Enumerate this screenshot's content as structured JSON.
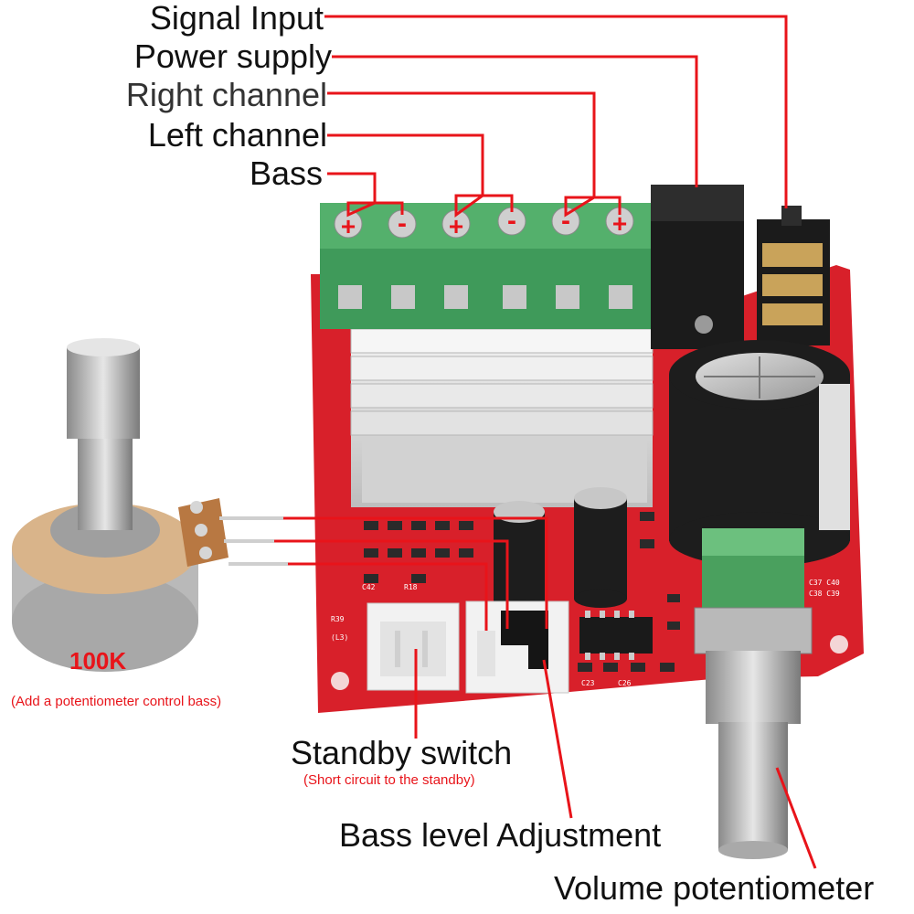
{
  "labels": {
    "signal_input": "Signal Input",
    "power_supply": "Power supply",
    "right_channel": "Right channel",
    "left_channel": "Left channel",
    "bass": "Bass",
    "standby_switch": "Standby switch",
    "standby_note": "(Short circuit to the standby)",
    "bass_level": "Bass level Adjustment",
    "volume_pot": "Volume potentiometer",
    "pot_value": "100K",
    "pot_note": "(Add a potentiometer control bass)"
  },
  "terminal_polarity": [
    "+",
    "-",
    "+",
    "-",
    "-",
    "+"
  ],
  "colors": {
    "leader_line": "#e8141a",
    "pcb": "#d8202a",
    "terminal_block": "#3f9a5a",
    "heatsink": "#d9d9d9",
    "capacitor": "#1d1d1d",
    "label_accent": "#e8141a"
  }
}
